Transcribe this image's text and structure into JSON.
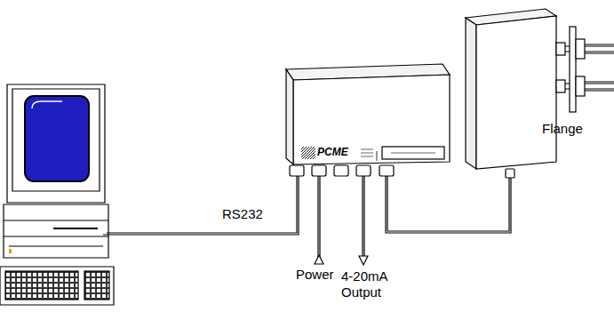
{
  "diagram": {
    "nodes": [
      {
        "text": [
          "PCME"
        ]
      }
    ],
    "labels": [
      "RS232",
      "Power",
      "4-20mA Output",
      "Flange"
    ]
  }
}
